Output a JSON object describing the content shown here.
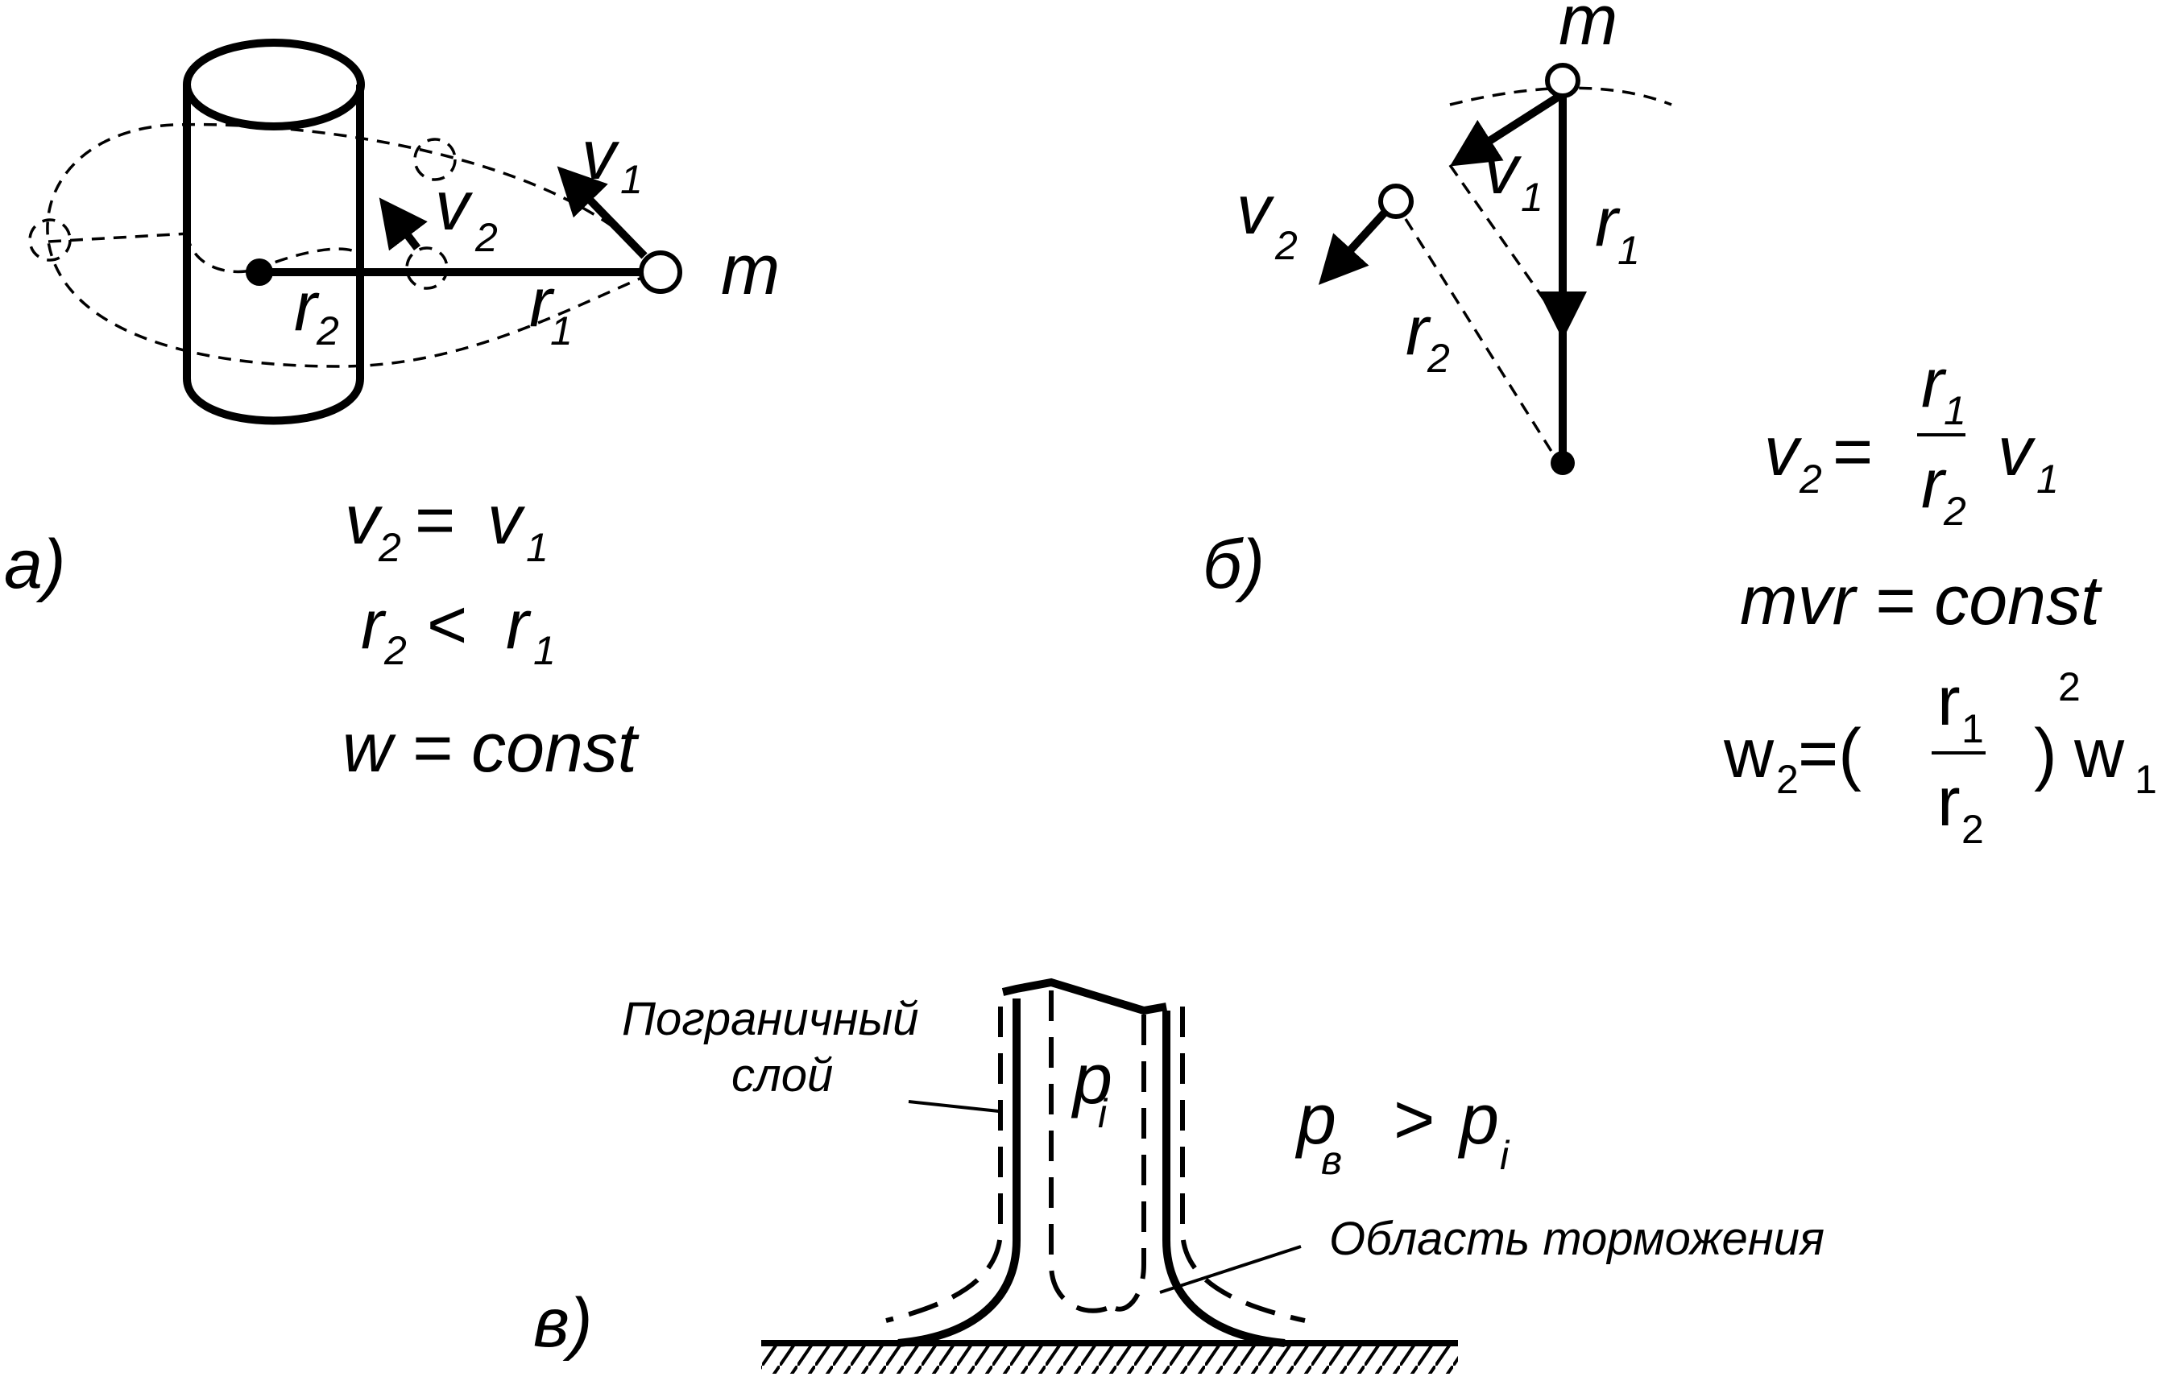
{
  "panel_a": {
    "label": "а)",
    "mass": "m",
    "v1": "v",
    "v1_sub": "1",
    "v2": "v",
    "v2_sub": "2",
    "r1": "r",
    "r1_sub": "1",
    "r2": "r",
    "r2_sub": "2",
    "eq1": {
      "lhs": "v",
      "lhs_sub": "2",
      "op": "=",
      "rhs": "v",
      "rhs_sub": "1"
    },
    "eq2": {
      "lhs": "r",
      "lhs_sub": "2",
      "op": "<",
      "rhs": "r",
      "rhs_sub": "1"
    },
    "eq3": "w = const"
  },
  "panel_b": {
    "label": "б)",
    "mass": "m",
    "v1": "v",
    "v1_sub": "1",
    "v2": "v",
    "v2_sub": "2",
    "r1": "r",
    "r1_sub": "1",
    "r2": "r",
    "r2_sub": "2",
    "eq1": {
      "lhs": "v",
      "lhs_sub": "2",
      "op": "=",
      "num": "r",
      "num_sub": "1",
      "den": "r",
      "den_sub": "2",
      "rhs": "v",
      "rhs_sub": "1"
    },
    "eq2": "mvr = const",
    "eq3": {
      "lhs": "w",
      "lhs_sub": "2",
      "op": "=(",
      "num": "r",
      "num_sub": "1",
      "den": "r",
      "den_sub": "2",
      "close": ")",
      "power": "2",
      "rhs": "w",
      "rhs_sub": "1"
    }
  },
  "panel_c": {
    "label": "в)",
    "boundary_label_line1": "Пограничный",
    "boundary_label_line2": "слой",
    "inner_p": "p",
    "inner_p_sub": "i",
    "pressure_lhs": "p",
    "pressure_lhs_sub": "в",
    "pressure_op": ">",
    "pressure_rhs": "p",
    "pressure_rhs_sub": "i",
    "stagnation_label": "Область торможения"
  }
}
